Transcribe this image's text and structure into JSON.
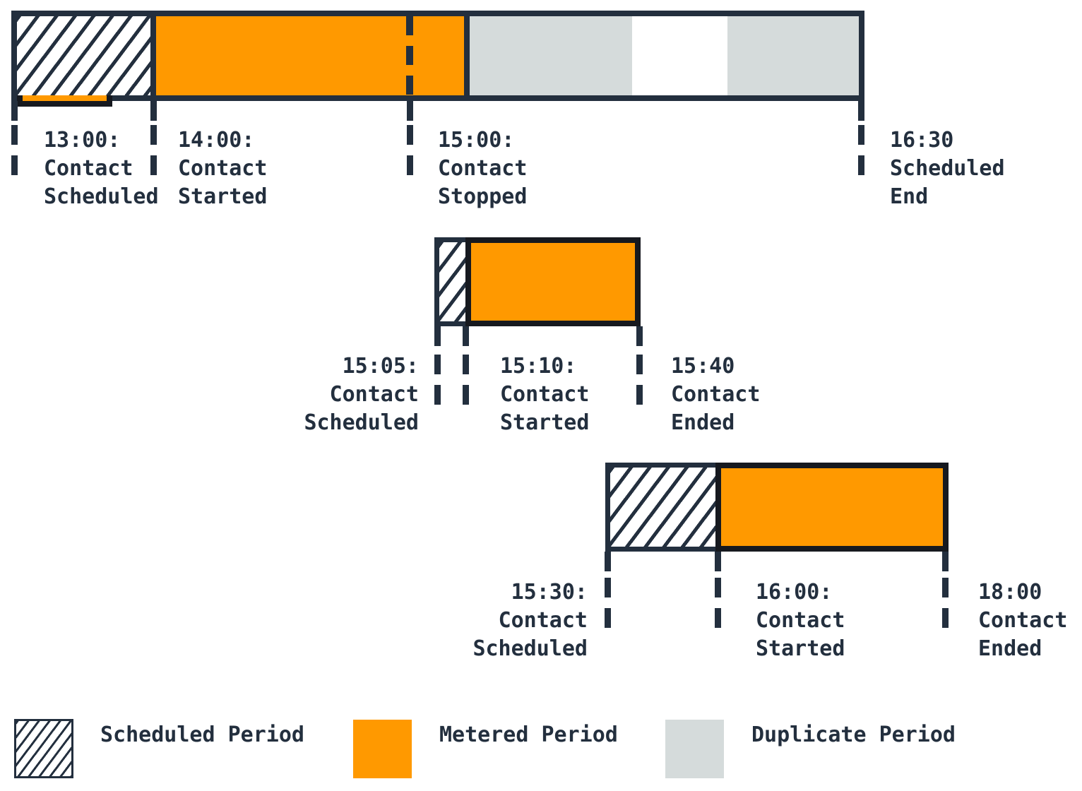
{
  "colors": {
    "ink_navy": "#232F3E",
    "metered_orange": "#FF9900",
    "duplicate_gray": "#D5DBDB",
    "outline_black": "#16191F",
    "background": "#FFFFFF"
  },
  "contacts": [
    {
      "id": "contact-1",
      "events": [
        {
          "time": "13:00",
          "text": "13:00:\nContact\nScheduled"
        },
        {
          "time": "14:00",
          "text": "14:00:\nContact\nStarted"
        },
        {
          "time": "15:00",
          "text": "15:00:\nContact\nStopped"
        },
        {
          "time": "16:30",
          "text": "16:30\nScheduled\nEnd"
        }
      ],
      "segments": [
        {
          "type": "Scheduled Period",
          "from": "13:00",
          "to": "14:00"
        },
        {
          "type": "Metered Period",
          "from": "14:00",
          "to": "15:10"
        },
        {
          "type": "Duplicate Period",
          "from": "15:10",
          "to": "15:40"
        },
        {
          "type": "Metered Period",
          "from": "15:40",
          "to": "16:00"
        },
        {
          "type": "Duplicate Period",
          "from": "16:00",
          "to": "16:30"
        }
      ],
      "stop_marker_time": "15:00"
    },
    {
      "id": "contact-2",
      "events": [
        {
          "time": "15:05",
          "text": "15:05:\nContact\nScheduled"
        },
        {
          "time": "15:10",
          "text": "15:10:\nContact\nStarted"
        },
        {
          "time": "15:40",
          "text": "15:40\nContact\nEnded"
        }
      ],
      "segments": [
        {
          "type": "Scheduled Period",
          "from": "15:05",
          "to": "15:10"
        },
        {
          "type": "Metered Period",
          "from": "15:10",
          "to": "15:40"
        }
      ]
    },
    {
      "id": "contact-3",
      "events": [
        {
          "time": "15:30",
          "text": "15:30:\nContact\nScheduled"
        },
        {
          "time": "16:00",
          "text": "16:00:\nContact\nStarted"
        },
        {
          "time": "18:00",
          "text": "18:00\nContact\nEnded"
        }
      ],
      "segments": [
        {
          "type": "Scheduled Period",
          "from": "15:30",
          "to": "16:00"
        },
        {
          "type": "Metered Period",
          "from": "16:00",
          "to": "18:00"
        }
      ]
    }
  ],
  "legend": {
    "items": [
      {
        "swatch": "scheduled-hatch",
        "label": "Scheduled Period"
      },
      {
        "swatch": "metered-orange",
        "label": "Metered Period"
      },
      {
        "swatch": "duplicate-gray",
        "label": "Duplicate Period"
      }
    ]
  }
}
